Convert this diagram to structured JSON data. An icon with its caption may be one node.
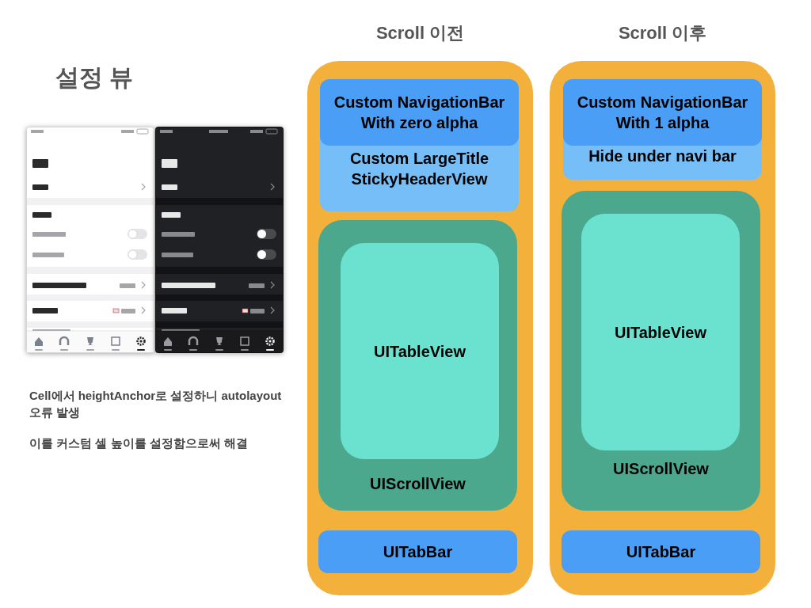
{
  "diagram": {
    "title": "설정 뷰",
    "nodes": [
      {
        "text": [
          "Scroll 이전"
        ]
      },
      {
        "text": [
          "Custom LargeTitle StickyHeaderView"
        ],
        "in": 0
      },
      {
        "text": [
          "Custom NavigationBar With zero alpha"
        ],
        "in": 1
      },
      {
        "text": [
          "UIScrollView"
        ],
        "in": 0
      },
      {
        "text": [
          "UITableView"
        ],
        "in": 3
      },
      {
        "text": [
          "UITabBar"
        ],
        "in": 0
      },
      {
        "text": [
          "Scroll 이후"
        ]
      },
      {
        "text": [
          "Hide under navi bar"
        ],
        "in": 6
      },
      {
        "text": [
          "Custom NavigationBar With 1 alpha"
        ],
        "in": 7
      },
      {
        "text": [
          "UIScrollView"
        ],
        "in": 6
      },
      {
        "text": [
          "UITableView"
        ],
        "in": 9
      },
      {
        "text": [
          "UITabBar"
        ],
        "in": 6
      }
    ],
    "labels": [
      "Cell에서 heightAnchor로 설정하니 autolayout 오류 발생",
      "이를 커스텀 셀 높이를 설정함으로써 해결"
    ]
  }
}
